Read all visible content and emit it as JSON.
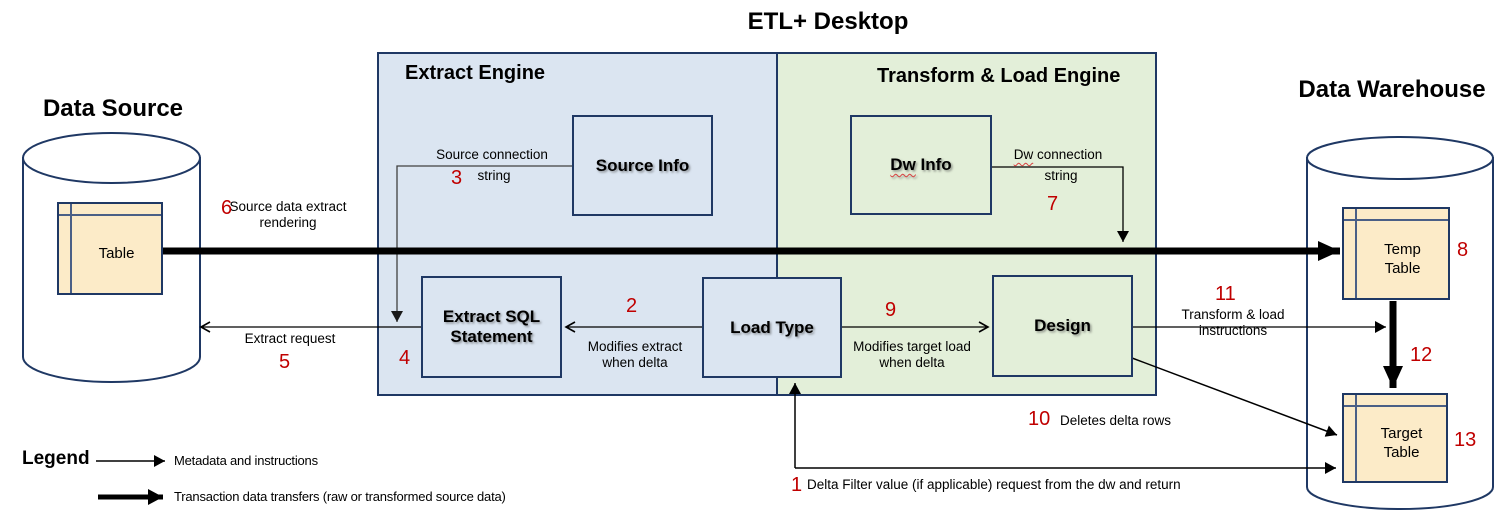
{
  "title": "ETL+ Desktop",
  "data_source": {
    "heading": "Data Source",
    "table": "Table"
  },
  "data_warehouse": {
    "heading": "Data Warehouse",
    "temp_table": "Temp Table",
    "target_table": "Target Table"
  },
  "extract_engine": {
    "heading": "Extract Engine",
    "source_info": "Source Info",
    "extract_sql": "Extract SQL Statement"
  },
  "transform_load_engine": {
    "heading": "Transform & Load Engine",
    "dw_word": "Dw",
    "dw_info_rest": "Info",
    "design": "Design"
  },
  "load_type": "Load Type",
  "annotations": {
    "source_connection_line1": "Source connection",
    "source_connection_line2": "string",
    "dw_connection_word": "Dw",
    "dw_connection_rest": "connection",
    "dw_connection_line2": "string",
    "source_extract_rendering": "Source data extract rendering",
    "extract_request": "Extract request",
    "modifies_extract": "Modifies extract when delta",
    "modifies_target": "Modifies target load when delta",
    "transform_load_instructions": "Transform & load instructions",
    "deletes_delta_rows": "Deletes delta rows",
    "delta_filter": "Delta Filter value (if applicable) request from the dw and return"
  },
  "numbers": [
    "1",
    "2",
    "3",
    "4",
    "5",
    "6",
    "7",
    "8",
    "9",
    "10",
    "11",
    "12",
    "13"
  ],
  "legend": {
    "heading": "Legend",
    "metadata": "Metadata and instructions",
    "transaction": "Transaction data transfers (raw or transformed  source data)"
  },
  "colors": {
    "red": "#C00000",
    "navy": "#1F3864",
    "engine_blue": "#DBE5F1",
    "engine_green": "#E3EFD9",
    "table_tan": "#FCEBC8"
  }
}
